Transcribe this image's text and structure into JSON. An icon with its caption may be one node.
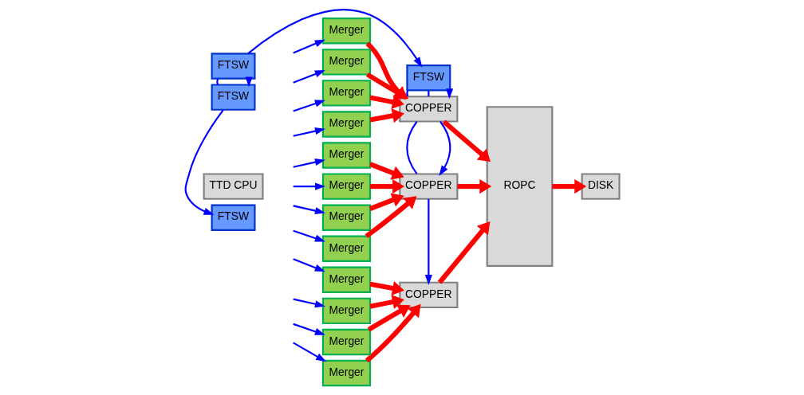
{
  "diagram": {
    "nodes": [
      {
        "text": [
          "TTD CPU"
        ]
      },
      {
        "text": [
          "FTSW"
        ]
      },
      {
        "text": [
          "FTSW"
        ]
      },
      {
        "text": [
          "FTSW"
        ]
      },
      {
        "text": [
          "FTSW"
        ]
      },
      {
        "text": [
          "Merger"
        ]
      },
      {
        "text": [
          "Merger"
        ]
      },
      {
        "text": [
          "Merger"
        ]
      },
      {
        "text": [
          "Merger"
        ]
      },
      {
        "text": [
          "Merger"
        ]
      },
      {
        "text": [
          "Merger"
        ]
      },
      {
        "text": [
          "Merger"
        ]
      },
      {
        "text": [
          "Merger"
        ]
      },
      {
        "text": [
          "Merger"
        ]
      },
      {
        "text": [
          "Merger"
        ]
      },
      {
        "text": [
          "Merger"
        ]
      },
      {
        "text": [
          "Merger"
        ]
      },
      {
        "text": [
          "COPPER"
        ]
      },
      {
        "text": [
          "COPPER"
        ]
      },
      {
        "text": [
          "COPPER"
        ]
      },
      {
        "text": [
          "ROPC"
        ]
      },
      {
        "text": [
          "DISK"
        ]
      }
    ],
    "edges": [
      {
        "from": 1,
        "to": 2,
        "arrow": "to"
      },
      {
        "from": 1,
        "to": 3,
        "arrow": "to"
      },
      {
        "from": 1,
        "to": 3,
        "arrow": "none"
      },
      {
        "from": 3,
        "to": 4,
        "arrow": "to"
      },
      {
        "from": 2,
        "to": 17,
        "arrow": "to"
      },
      {
        "from": 2,
        "to": 17,
        "arrow": "none"
      },
      {
        "from": 2,
        "to": 17,
        "arrow": "none"
      },
      {
        "from": 17,
        "to": 18,
        "arrow": "to"
      },
      {
        "from": 17,
        "to": 18,
        "arrow": "none"
      },
      {
        "from": 18,
        "to": 19,
        "arrow": "to"
      },
      {
        "from": null,
        "to": 5,
        "arrow": "to"
      },
      {
        "from": null,
        "to": 6,
        "arrow": "to"
      },
      {
        "from": null,
        "to": 7,
        "arrow": "to"
      },
      {
        "from": null,
        "to": 8,
        "arrow": "to"
      },
      {
        "from": null,
        "to": 9,
        "arrow": "to"
      },
      {
        "from": null,
        "to": 10,
        "arrow": "to"
      },
      {
        "from": null,
        "to": 11,
        "arrow": "to"
      },
      {
        "from": null,
        "to": 12,
        "arrow": "to"
      },
      {
        "from": null,
        "to": 13,
        "arrow": "to"
      },
      {
        "from": null,
        "to": 14,
        "arrow": "to"
      },
      {
        "from": null,
        "to": 15,
        "arrow": "to"
      },
      {
        "from": null,
        "to": 16,
        "arrow": "to"
      },
      {
        "from": 5,
        "to": 17,
        "arrow": "to",
        "style": "thick",
        "color": "#ff0000"
      },
      {
        "from": 6,
        "to": 17,
        "arrow": "to",
        "style": "thick",
        "color": "#ff0000"
      },
      {
        "from": 7,
        "to": 17,
        "arrow": "to",
        "style": "thick",
        "color": "#ff0000"
      },
      {
        "from": 8,
        "to": 17,
        "arrow": "to",
        "style": "thick",
        "color": "#ff0000"
      },
      {
        "from": 9,
        "to": 18,
        "arrow": "to",
        "style": "thick",
        "color": "#ff0000"
      },
      {
        "from": 10,
        "to": 18,
        "arrow": "to",
        "style": "thick",
        "color": "#ff0000"
      },
      {
        "from": 11,
        "to": 18,
        "arrow": "to",
        "style": "thick",
        "color": "#ff0000"
      },
      {
        "from": 12,
        "to": 18,
        "arrow": "to",
        "style": "thick",
        "color": "#ff0000"
      },
      {
        "from": 13,
        "to": 19,
        "arrow": "to",
        "style": "thick",
        "color": "#ff0000"
      },
      {
        "from": 14,
        "to": 19,
        "arrow": "to",
        "style": "thick",
        "color": "#ff0000"
      },
      {
        "from": 15,
        "to": 19,
        "arrow": "to",
        "style": "thick",
        "color": "#ff0000"
      },
      {
        "from": 16,
        "to": 19,
        "arrow": "to",
        "style": "thick",
        "color": "#ff0000"
      },
      {
        "from": 17,
        "to": 20,
        "arrow": "to",
        "style": "thick",
        "color": "#ff0000"
      },
      {
        "from": 18,
        "to": 20,
        "arrow": "to",
        "style": "thick",
        "color": "#ff0000"
      },
      {
        "from": 19,
        "to": 20,
        "arrow": "to",
        "style": "thick",
        "color": "#ff0000"
      },
      {
        "from": 20,
        "to": 21,
        "arrow": "to",
        "style": "thick",
        "color": "#ff0000"
      }
    ]
  }
}
